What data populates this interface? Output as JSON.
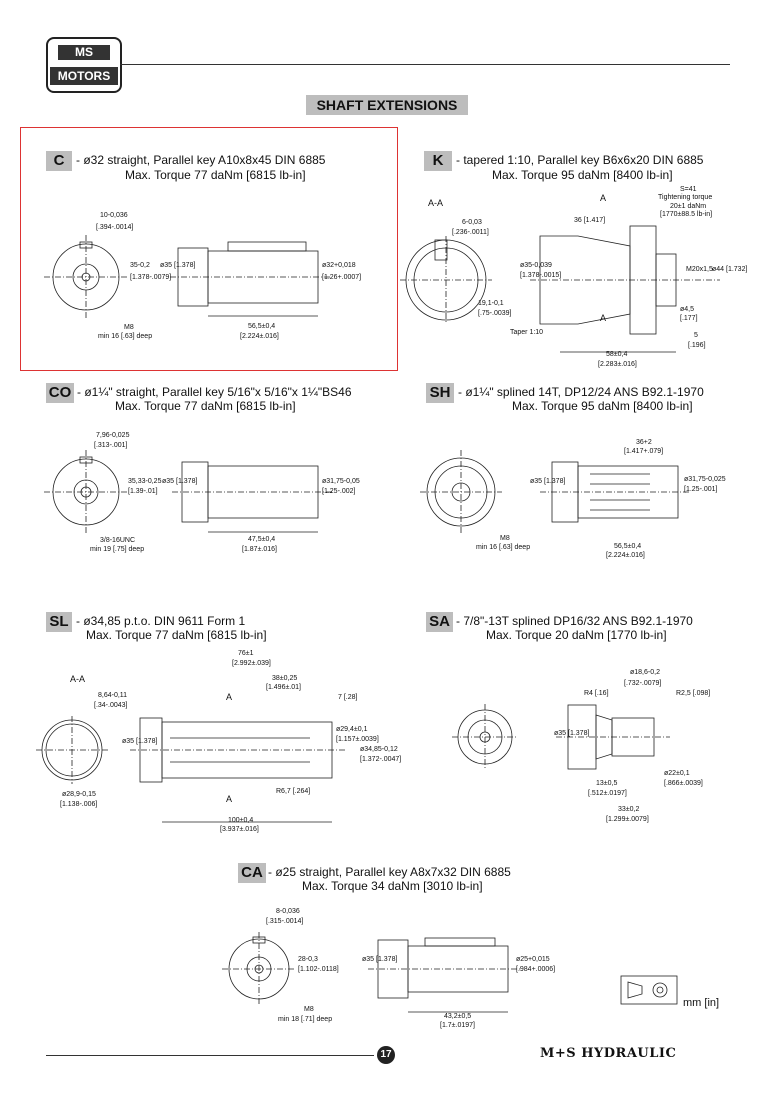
{
  "header": {
    "logo_top": "MS",
    "logo_bottom": "MOTORS",
    "title": "SHAFT EXTENSIONS"
  },
  "sections": [
    {
      "code": "C",
      "desc": "- ø32 straight, Parallel key A10x8x45 DIN 6885",
      "torque": "Max. Torque 77 daNm [6815 lb-in]",
      "dims": [
        "10-0,036",
        "[.394-.0014]",
        "35-0,2",
        "[1.378-.0079]",
        "ø35 [1.378]",
        "ø32+0,018",
        "[1.26+.0007]",
        "56,5±0,4",
        "[2.224±.016]"
      ],
      "notes": [
        "M8",
        "min 16 [.63] deep"
      ]
    },
    {
      "code": "K",
      "desc": "- tapered 1:10, Parallel key B6x6x20 DIN 6885",
      "torque": "Max. Torque 95 daNm [8400 lb-in]",
      "dims": [
        "A-A",
        "6-0,03",
        "[.236-.0011]",
        "19,1-0,1",
        "[.75-.0039]",
        "ø35-0,039",
        "[1.378-.0015]",
        "36 [1.417]",
        "A",
        "A",
        "S=41",
        "Tightening torque",
        "20±1 daNm",
        "[1770±88.5 lb-in]",
        "M20x1,5",
        "ø44 [1.732]",
        "ø4,5",
        "[.177]",
        "5",
        "[.196]",
        "Taper 1:10",
        "58±0,4",
        "[2.283±.016]"
      ],
      "notes": []
    },
    {
      "code": "CO",
      "desc": "- ø1¼\" straight, Parallel key 5/16\"x 5/16\"x 1¼\"BS46",
      "torque": "Max. Torque 77 daNm [6815 lb-in]",
      "dims": [
        "7,96-0,025",
        "[.313-.001]",
        "35,33-0,25",
        "[1.39-.01]",
        "ø35 [1.378]",
        "ø31,75-0,05",
        "[1.25-.002]",
        "47,5±0,4",
        "[1.87±.016]"
      ],
      "notes": [
        "3/8-16UNC",
        "min 19 [.75] deep"
      ]
    },
    {
      "code": "SH",
      "desc": "- ø1¼\" splined 14T, DP12/24  ANS B92.1-1970",
      "torque": "Max. Torque  95 daNm [8400 lb-in]",
      "dims": [
        "36+2",
        "[1.417+.079]",
        "ø35 [1.378]",
        "ø31,75-0,025",
        "[1.25-.001]",
        "56,5±0,4",
        "[2.224±.016]"
      ],
      "notes": [
        "M8",
        "min 16 [.63] deep"
      ]
    },
    {
      "code": "SL",
      "desc": "- ø34,85  p.t.o. DIN 9611 Form 1",
      "torque": "Max. Torque 77 daNm [6815 lb-in]",
      "dims": [
        "A-A",
        "76±1",
        "[2.992±.039]",
        "38±0,25",
        "[1.496±.01]",
        "7 [.28]",
        "8,64-0,11",
        "[.34-.0043]",
        "A",
        "A",
        "ø35 [1.378]",
        "ø29,4±0,1",
        "[1.157±.0039]",
        "ø34,85-0,12",
        "[1.372-.0047]",
        "R6,7 [.264]",
        "ø28,9-0,15",
        "[1.138-.006]",
        "100±0,4",
        "[3.937±.016]"
      ],
      "notes": []
    },
    {
      "code": "SA",
      "desc": "- 7/8\"-13T splined DP16/32 ANS B92.1-1970",
      "torque": "Max. Torque  20 daNm [1770 lb-in]",
      "dims": [
        "ø18,6-0,2",
        "[.732-.0079]",
        "R4 [.16]",
        "R2,5 [.098]",
        "ø35 [1.378]",
        "13±0,5",
        "[.512±.0197]",
        "ø22±0,1",
        "[.866±.0039]",
        "33±0,2",
        "[1.299±.0079]"
      ],
      "notes": []
    },
    {
      "code": "CA",
      "desc": "- ø25 straight, Parallel key A8x7x32 DIN 6885",
      "torque": "Max. Torque 34 daNm [3010 lb-in]",
      "dims": [
        "8-0,036",
        "[.315-.0014]",
        "28-0,3",
        "[1.102-.0118]",
        "ø35 [1.378]",
        "ø25+0,015",
        "[.984+.0006]",
        "43,2±0,5",
        "[1.7±.0197]"
      ],
      "notes": [
        "M8",
        "min 18 [.71] deep"
      ]
    }
  ],
  "unit_label": "mm [in]",
  "footer": {
    "page": "17",
    "brand": "M+S HYDRAULIC"
  }
}
